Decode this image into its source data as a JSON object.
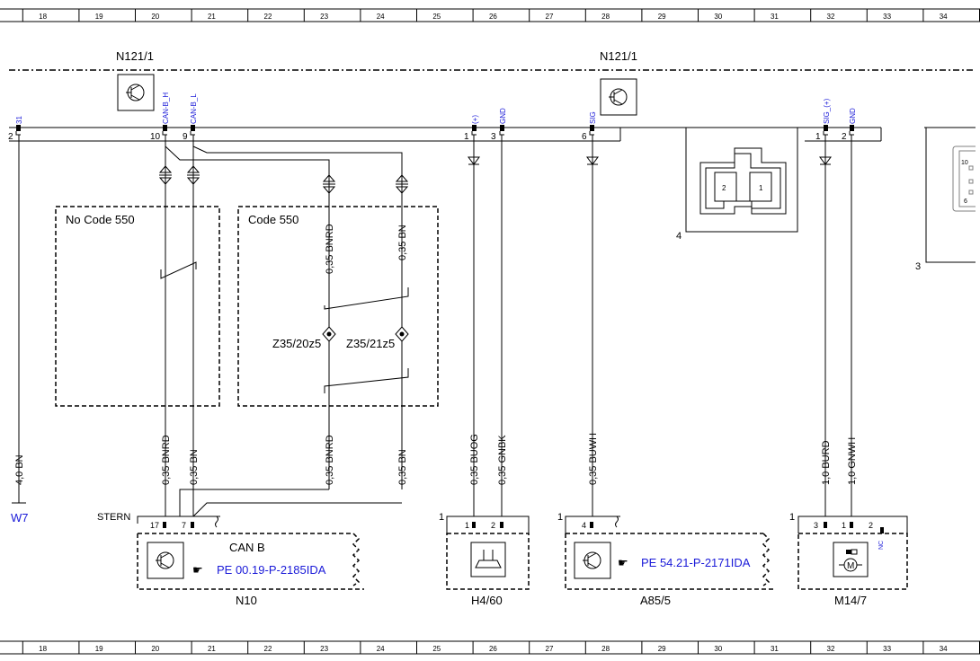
{
  "ruler": {
    "columns": [
      "18",
      "19",
      "20",
      "21",
      "22",
      "23",
      "24",
      "25",
      "26",
      "27",
      "28",
      "29",
      "30",
      "31",
      "32",
      "33",
      "34"
    ]
  },
  "modules": {
    "n121_left": "N121/1",
    "n121_right": "N121/1"
  },
  "pins_top": [
    {
      "num": "2",
      "sig": "31"
    },
    {
      "num": "10",
      "sig": "CAN-B_H"
    },
    {
      "num": "9",
      "sig": "CAN-B_L"
    },
    {
      "num": "1",
      "sig": "(+)"
    },
    {
      "num": "3",
      "sig": "GND"
    },
    {
      "num": "6",
      "sig": "SIG"
    },
    {
      "num": "1",
      "sig": "SIG_(+)"
    },
    {
      "num": "2",
      "sig": "GND"
    }
  ],
  "code_boxes": {
    "no_code": "No Code 550",
    "code": "Code 550"
  },
  "wires": [
    "4,0 BN",
    "0,35 BNRD",
    "0,35 BN",
    "0,35 BNRD",
    "0,35 BN",
    "0,35 BNRD",
    "0,35 BN",
    "0,35 BUOG",
    "0,35 GNBK",
    "0,35 BUWH",
    "1,0 BURD",
    "1,0 GNWH"
  ],
  "splices": [
    "Z35/20z5",
    "Z35/21z5"
  ],
  "ground": "W7",
  "stern": "STERN",
  "connector4": {
    "label": "4",
    "pin2": "2",
    "pin1": "1"
  },
  "label3": "3",
  "components": {
    "n10": {
      "label": "N10",
      "title": "CAN B",
      "ref": "PE 00.19-P-2185IDA",
      "pin_a": "17",
      "pin_b": "7"
    },
    "h460": {
      "label": "H4/60",
      "conn": "1",
      "pin_a": "1",
      "pin_b": "2"
    },
    "a855": {
      "label": "A85/5",
      "conn": "1",
      "pin_a": "4",
      "ref": "PE 54.21-P-2171IDA"
    },
    "m147": {
      "label": "M14/7",
      "conn": "1",
      "pin_a": "3",
      "pin_b": "1",
      "pin_c": "2",
      "nc": "NC"
    }
  },
  "edge_connector": {
    "p10": "10",
    "p6": "6"
  },
  "colors": {
    "accent_blue": "#1a1ad8",
    "line": "#000000"
  }
}
